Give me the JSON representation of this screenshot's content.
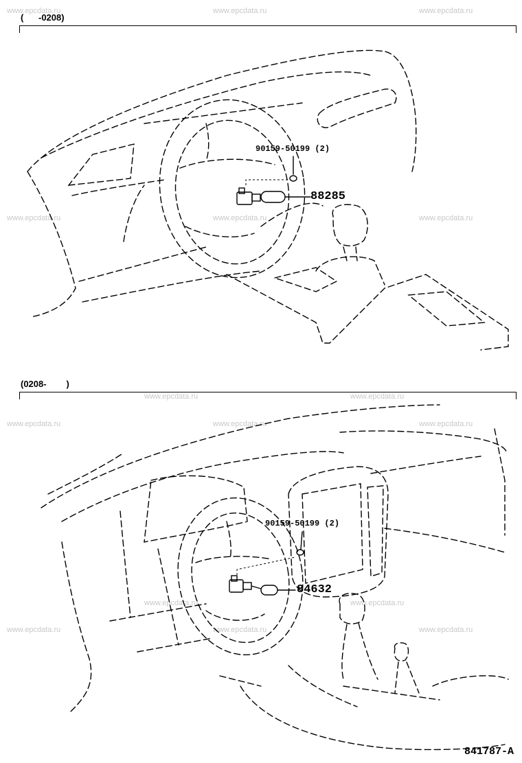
{
  "watermark": "www.epcdata.ru",
  "sections": [
    {
      "range_label": "(      -0208)",
      "fastener": "90159-50199 (2)",
      "part": "88285"
    },
    {
      "range_label": "(0208-        )",
      "fastener": "90159-50199 (2)",
      "part": "84632"
    }
  ],
  "figure_number": "841787-A"
}
